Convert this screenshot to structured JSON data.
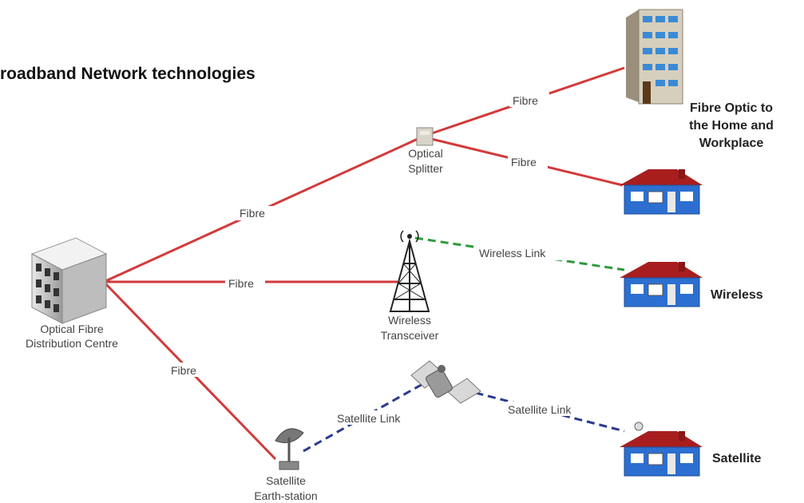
{
  "title": "roadband Network technologies",
  "nodes": {
    "distribution_centre": [
      "Optical Fibre",
      "Distribution Centre"
    ],
    "splitter": [
      "Optical",
      "Splitter"
    ],
    "transceiver": [
      "Wireless",
      "Transceiver"
    ],
    "earth_station": [
      "Satellite",
      "Earth-station"
    ],
    "fttx": [
      "Fibre Optic to",
      "the Home and",
      "Workplace"
    ],
    "wireless": "Wireless",
    "satellite": "Satellite"
  },
  "links": {
    "fibre": "Fibre",
    "wireless_link": "Wireless Link",
    "satellite_link": "Satellite Link"
  },
  "colors": {
    "fibre": "#d23a3a",
    "wireless_link": "#2e9a3c",
    "satellite_link": "#2a3a8c"
  }
}
